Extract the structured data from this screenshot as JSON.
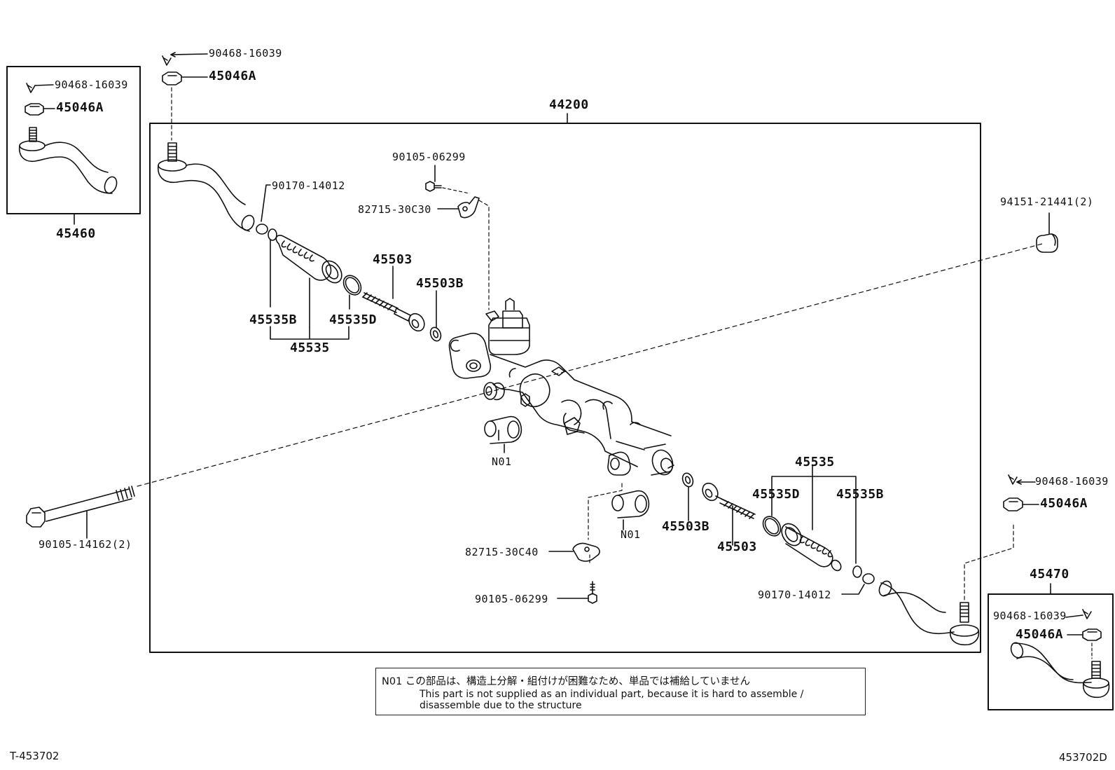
{
  "labels": {
    "main_assembly": "44200",
    "tie_rod_end_left": "45460",
    "tie_rod_end_right": "45470",
    "cotter_pin_a": "90468-16039",
    "cotter_pin_b": "90468-16039",
    "cotter_pin_c": "90468-16039",
    "cotter_pin_d": "90468-16039",
    "nut_a": "45046A",
    "nut_b": "45046A",
    "nut_c": "45046A",
    "nut_d": "45046A",
    "clip_left": "90170-14012",
    "clip_right": "90170-14012",
    "bolt_top": "90105-06299",
    "bolt_bottom": "90105-06299",
    "bracket_top": "82715-30C30",
    "bracket_bottom": "82715-30C40",
    "inner_rod_left": "45503",
    "inner_rod_right": "45503",
    "washer_left": "45503B",
    "washer_right": "45503B",
    "boot_clamp_b_left": "45535B",
    "boot_clamp_d_left": "45535D",
    "boot_left": "45535",
    "boot_right": "45535",
    "boot_clamp_d_right": "45535D",
    "boot_clamp_b_right": "45535B",
    "bushing_1": "N01",
    "bushing_2": "N01",
    "nut_mount": "94151-21441(2)",
    "bolt_mount": "90105-14162(2)"
  },
  "note": {
    "jp": "N01 この部品は、構造上分解・組付けが困難なため、単品では補給していません",
    "en_line1": "This part is not supplied as an individual part, because it is hard to assemble /",
    "en_line2": "disassemble due to the structure"
  },
  "footer": {
    "left_code": "T-453702",
    "right_code": "453702D"
  }
}
